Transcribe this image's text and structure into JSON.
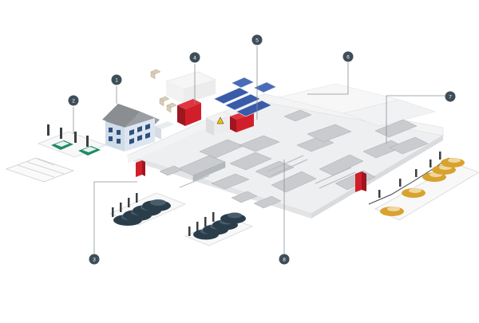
{
  "callouts": [
    {
      "id": "callout-1",
      "label": "1"
    },
    {
      "id": "callout-2",
      "label": "2"
    },
    {
      "id": "callout-3",
      "label": "3"
    },
    {
      "id": "callout-4",
      "label": "4"
    },
    {
      "id": "callout-5",
      "label": "5"
    },
    {
      "id": "callout-6",
      "label": "6"
    },
    {
      "id": "callout-7",
      "label": "7"
    },
    {
      "id": "callout-8",
      "label": "8"
    }
  ],
  "colors": {
    "floor": "#eeeff0",
    "floor_edge": "#d6d8da",
    "wall": "#f7f7f7",
    "machine": "#c9cbce",
    "machine_dark": "#a9acb0",
    "red_unit": "#d01f2a",
    "red_dark": "#9e1620",
    "solar": "#3a5ba8",
    "house_wall": "#cfdbe8",
    "house_roof": "#8a8d92",
    "green_car": "#1f8a63",
    "dark_car": "#2a3d4a",
    "gold_car": "#d8a22e",
    "callout_fill": "#3e4e58",
    "callout_text": "#ffffff",
    "line": "#8a9196"
  },
  "icons": [
    "warning-icon"
  ]
}
